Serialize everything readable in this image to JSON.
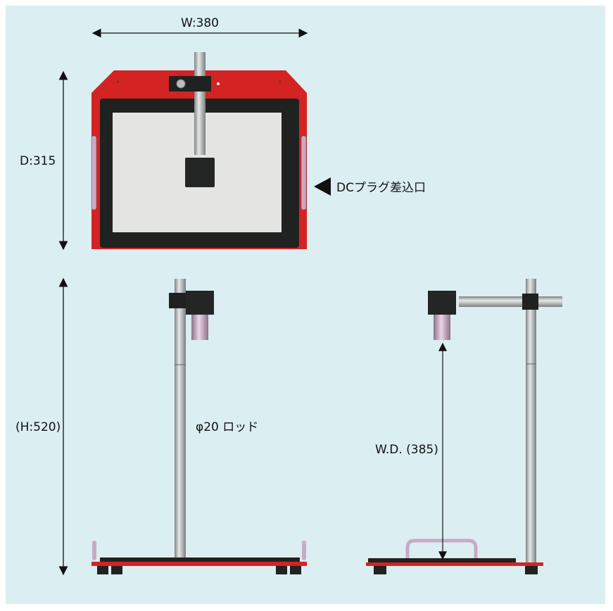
{
  "colors": {
    "background": "#dbeef2",
    "base_red": "#d42323",
    "frame_black": "#1f2221",
    "surface": "#e4e5e2",
    "rod": "#b8bcbc",
    "lens": "#c9a9c4"
  },
  "labels": {
    "width": "W:380",
    "depth": "D:315",
    "height": "(H:520)",
    "dc_plug": "DCプラグ差込口",
    "rod": "φ20 ロッド",
    "working_distance": "W.D. (385)"
  }
}
